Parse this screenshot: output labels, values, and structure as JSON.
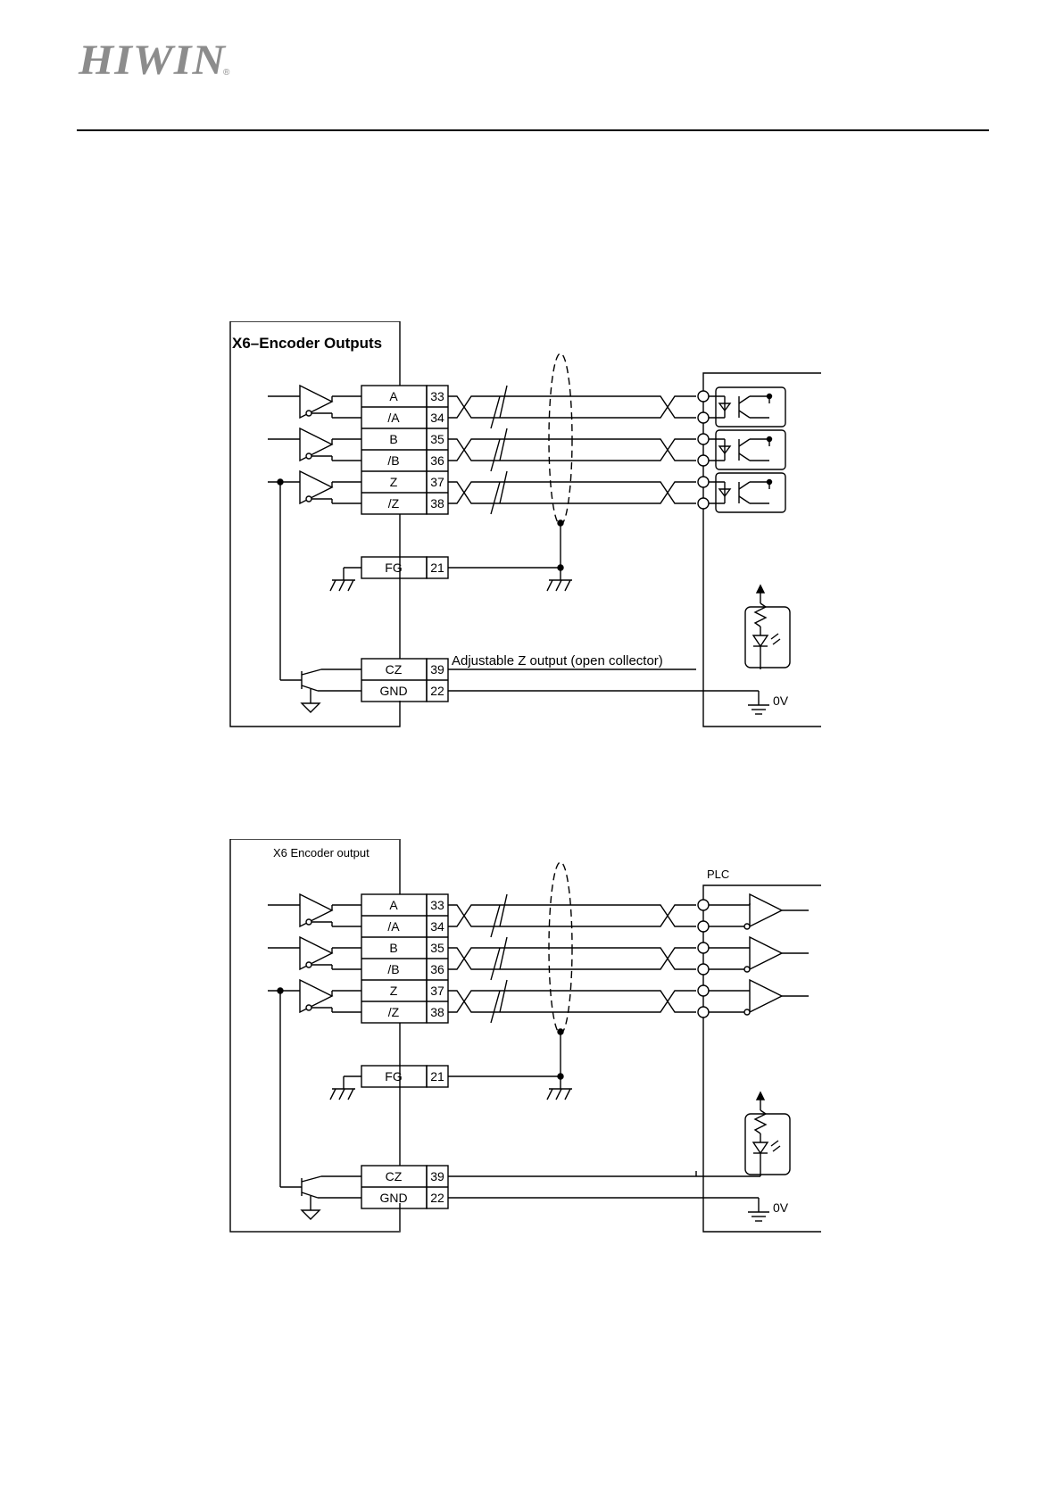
{
  "header": {
    "logo_text": "HIWIN",
    "logo_reg": "®"
  },
  "diagram1": {
    "title": "X6–Encoder Outputs",
    "rows": [
      {
        "signal": "A",
        "pin": "33"
      },
      {
        "signal": "/A",
        "pin": "34"
      },
      {
        "signal": "B",
        "pin": "35"
      },
      {
        "signal": "/B",
        "pin": "36"
      },
      {
        "signal": "Z",
        "pin": "37"
      },
      {
        "signal": "/Z",
        "pin": "38"
      }
    ],
    "fg": {
      "signal": "FG",
      "pin": "21"
    },
    "cz": {
      "signal": "CZ",
      "pin": "39"
    },
    "gnd": {
      "signal": "GND",
      "pin": "22"
    },
    "cz_note": "Adjustable Z output (open collector)",
    "zero_v": "0V"
  },
  "diagram2": {
    "title": "X6 Encoder output",
    "plc": "PLC",
    "rows": [
      {
        "signal": "A",
        "pin": "33"
      },
      {
        "signal": "/A",
        "pin": "34"
      },
      {
        "signal": "B",
        "pin": "35"
      },
      {
        "signal": "/B",
        "pin": "36"
      },
      {
        "signal": "Z",
        "pin": "37"
      },
      {
        "signal": "/Z",
        "pin": "38"
      }
    ],
    "fg": {
      "signal": "FG",
      "pin": "21"
    },
    "cz": {
      "signal": "CZ",
      "pin": "39"
    },
    "gnd": {
      "signal": "GND",
      "pin": "22"
    },
    "zero_v": "0V"
  }
}
